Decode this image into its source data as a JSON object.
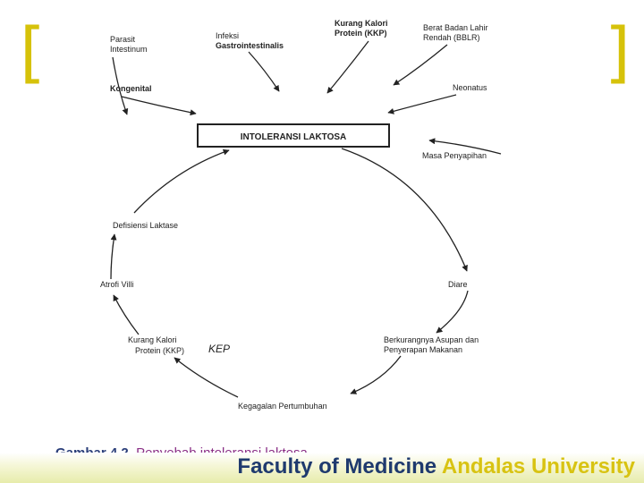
{
  "decor": {
    "bracket_left": "[",
    "bracket_right": "]",
    "bracket_color": "#d6c20a"
  },
  "diagram": {
    "center": "INTOLERANSI LAKTOSA",
    "causes": {
      "parasit": [
        "Parasit",
        "Intestinum"
      ],
      "infeksi": [
        "Infeksi",
        "Gastrointestinalis"
      ],
      "kkp_top": [
        "Kurang Kalori",
        "Protein (KKP)"
      ],
      "bblr": [
        "Berat Badan Lahir",
        "Rendah (BBLR)"
      ],
      "kongenital": "Kongenital",
      "neonatus": "Neonatus",
      "masa": "Masa Penyapihan"
    },
    "cycle": {
      "diare": "Diare",
      "berkurang": [
        "Berkurangnya Asupan dan",
        "Penyerapan Makanan"
      ],
      "kegagalan": "Kegagalan Pertumbuhan",
      "kkp_bottom": [
        "Kurang Kalori",
        "Protein (KKP)"
      ],
      "kep": "KEP",
      "atrofi": "Atrofi Villi",
      "defisiensi": "Defisiensi Laktase"
    }
  },
  "caption": {
    "label": "Gambar 4.2.",
    "text": "Penyebab intoleransi laktosa"
  },
  "footer": {
    "faculty": "Faculty of Medicine",
    "university": "Andalas University"
  }
}
